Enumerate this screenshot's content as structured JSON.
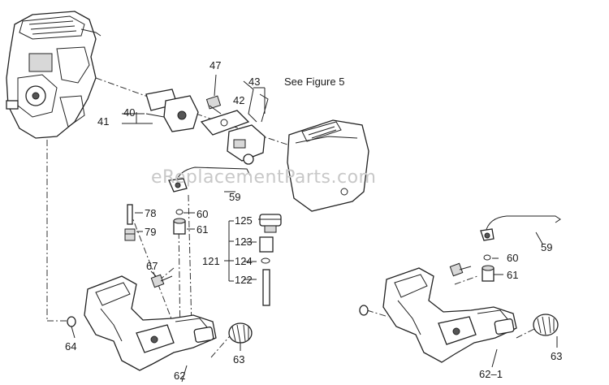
{
  "watermark": "eReplacementParts.com",
  "reference": "See Figure 5",
  "callouts": {
    "p40": "40",
    "p41": "41",
    "p42": "42",
    "p43": "43",
    "p47": "47",
    "p59a": "59",
    "p59b": "59",
    "p60a": "60",
    "p60b": "60",
    "p61a": "61",
    "p61b": "61",
    "p62": "62",
    "p62_1": "62–1",
    "p63a": "63",
    "p63b": "63",
    "p64": "64",
    "p67": "67",
    "p78": "78",
    "p79": "79",
    "p121": "121",
    "p122": "122",
    "p123": "123",
    "p124": "124",
    "p125": "125"
  }
}
